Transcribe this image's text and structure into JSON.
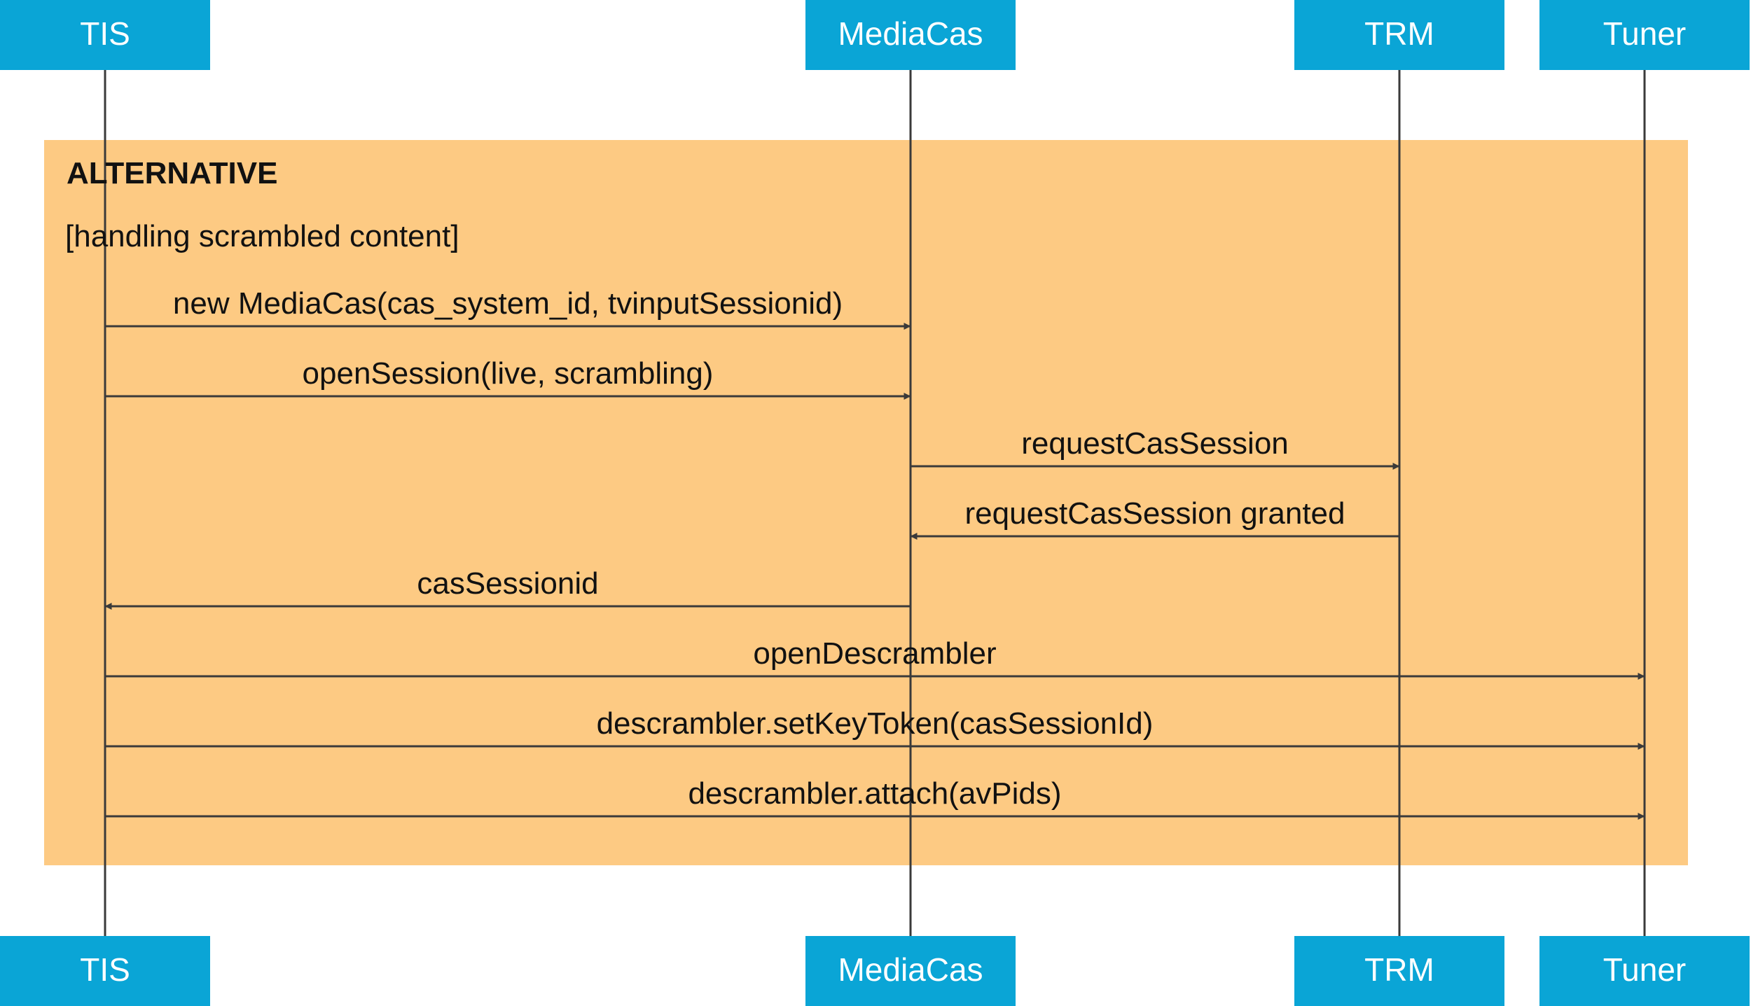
{
  "colors": {
    "participant_fill": "#0aa5d6",
    "participant_text": "#ffffff",
    "fragment_fill": "#fdca83",
    "line": "#3a3a3a",
    "text": "#111111"
  },
  "participants": [
    {
      "id": "tis",
      "label": "TIS"
    },
    {
      "id": "mediacas",
      "label": "MediaCas"
    },
    {
      "id": "trm",
      "label": "TRM"
    },
    {
      "id": "tuner",
      "label": "Tuner"
    }
  ],
  "fragment": {
    "type_label": "ALTERNATIVE",
    "guard": "[handling scrambled content]"
  },
  "messages": [
    {
      "from": "tis",
      "to": "mediacas",
      "label": "new MediaCas(cas_system_id, tvinputSessionid)"
    },
    {
      "from": "tis",
      "to": "mediacas",
      "label": "openSession(live, scrambling)"
    },
    {
      "from": "mediacas",
      "to": "trm",
      "label": "requestCasSession"
    },
    {
      "from": "trm",
      "to": "mediacas",
      "label": "requestCasSession granted"
    },
    {
      "from": "mediacas",
      "to": "tis",
      "label": "casSessionid"
    },
    {
      "from": "tis",
      "to": "tuner",
      "label": "openDescrambler"
    },
    {
      "from": "tis",
      "to": "tuner",
      "label": "descrambler.setKeyToken(casSessionId)"
    },
    {
      "from": "tis",
      "to": "tuner",
      "label": "descrambler.attach(avPids)"
    }
  ]
}
